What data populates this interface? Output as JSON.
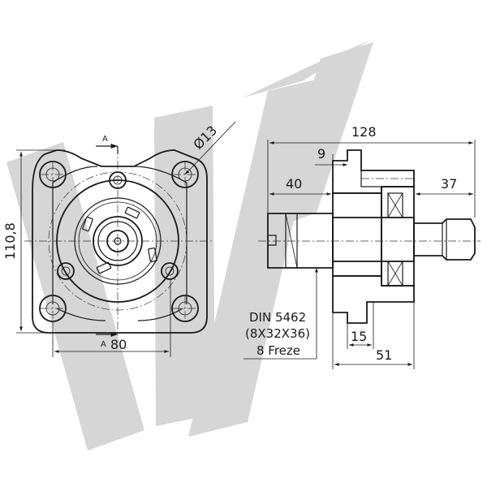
{
  "drawing": {
    "front_view": {
      "section_mark_top": "A",
      "section_mark_bottom": "A",
      "hole_diameter": "Ø13",
      "height_dim": "110,8",
      "width_dim": "80"
    },
    "side_view": {
      "overall_length": "128",
      "flange_thickness": "9",
      "shaft_length": "40",
      "right_projection": "37",
      "bottom_step": "15",
      "bottom_length": "51"
    },
    "spline_note": {
      "line1": "DIN 5462",
      "line2": "(8X32X36)",
      "line3": "8 Freze"
    }
  }
}
